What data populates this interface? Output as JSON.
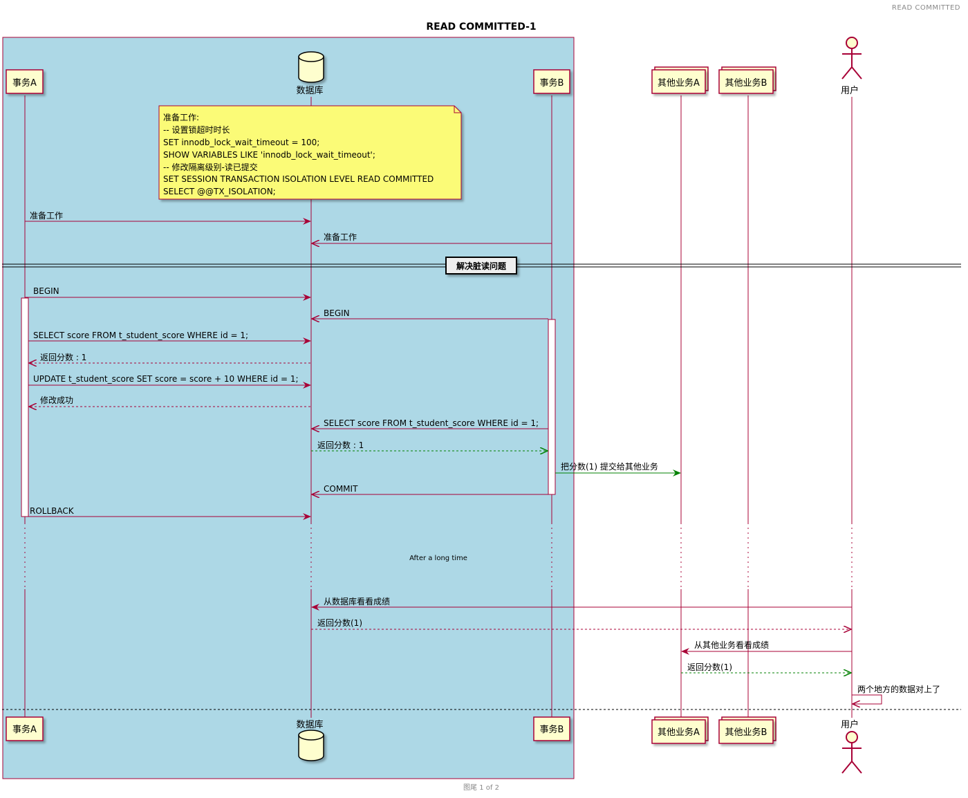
{
  "header_right": "READ COMMITTED",
  "title": "READ COMMITTED-1",
  "footer": "图尾 1 of 2",
  "colors": {
    "box_bg": "#ADD8E6",
    "participant_fill": "#FEFECE",
    "participant_border": "#A80036",
    "note_fill": "#FBFB77",
    "arrow_red": "#A80036",
    "arrow_green": "#008000"
  },
  "participants": {
    "a": "事务A",
    "db": "数据库",
    "b": "事务B",
    "other_a": "其他业务A",
    "other_b": "其他业务B",
    "user": "用户"
  },
  "note": {
    "lines": [
      "准备工作:",
      "-- 设置锁超时时长",
      "SET innodb_lock_wait_timeout = 100;",
      "SHOW VARIABLES LIKE 'innodb_lock_wait_timeout';",
      "-- 修改隔离级别-读已提交",
      "SET SESSION TRANSACTION ISOLATION LEVEL READ COMMITTED",
      "SELECT @@TX_ISOLATION;"
    ]
  },
  "divider": "解决脏读问题",
  "delay": "After a long time",
  "messages": [
    "准备工作",
    "准备工作",
    "BEGIN",
    "BEGIN",
    "SELECT score FROM t_student_score WHERE id = 1;",
    "返回分数 : 1",
    "UPDATE t_student_score SET score = score + 10 WHERE id = 1;",
    "修改成功",
    "SELECT score FROM t_student_score WHERE id = 1;",
    "返回分数 : 1",
    "把分数(1) 提交给其他业务",
    "COMMIT",
    "ROLLBACK",
    "从数据库看看成绩",
    "返回分数(1)",
    "从其他业务看看成绩",
    "返回分数(1)",
    "两个地方的数据对上了"
  ]
}
